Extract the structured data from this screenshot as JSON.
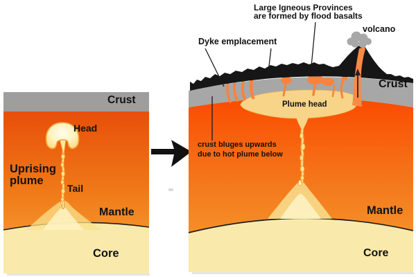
{
  "left_panel": {
    "crust_label": "Crust",
    "head_label": "Head",
    "uprising_plume_label": "Uprising\nplume",
    "tail_label": "Tail",
    "mantle_label": "Mantle",
    "core_label": "Core"
  },
  "right_panel": {
    "lip_label": "Large Igneous Provinces\nare formed by flood basalts",
    "volcano_label": "volcano",
    "dyke_label": "Dyke emplacement",
    "plume_head_label": "Plume head",
    "crust_label": "Crust",
    "bulge_label": "crust bluges upwards\ndue to hot plume below",
    "mantle_label": "Mantle",
    "core_label": "Core"
  },
  "colors": {
    "background": "#ffffff",
    "crust_gray_left": "#9e9e9e",
    "crust_gray_right": "#a7a7a7",
    "basalt_black": "#161616",
    "mantle_top_orange": "#fb4b00",
    "mantle_bottom_orange": "#f6a132",
    "plume_head_cream": "#f7d488",
    "plume_tail_cream": "#ffe9a2",
    "core_cream": "#f9e9ab",
    "dyke_orange": "#f9823e",
    "cloud_gray": "#a8a8a8",
    "text_black": "#111111"
  }
}
